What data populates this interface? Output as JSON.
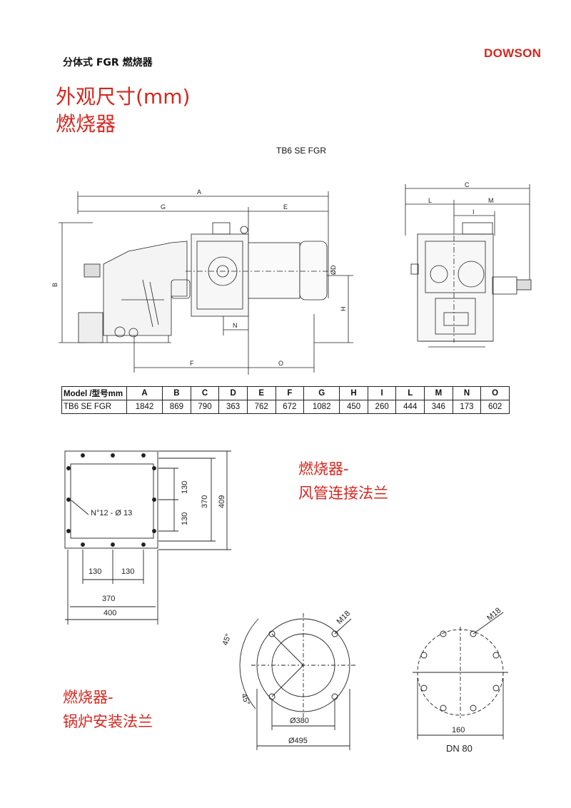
{
  "header": {
    "subtitle": "分体式 FGR 燃烧器",
    "brand": "DOWSON"
  },
  "title": {
    "line1": "外观尺寸(mm)",
    "line2": "燃烧器"
  },
  "model_caption": "TB6 SE FGR",
  "drawing_labels": {
    "A": "A",
    "B": "B",
    "C": "C",
    "D": "ØD",
    "E": "E",
    "F": "F",
    "G": "G",
    "H": "H",
    "I": "I",
    "L": "L",
    "M": "M",
    "N": "N",
    "O": "O"
  },
  "spec_table": {
    "header_model": "Model /型号mm",
    "columns": [
      "A",
      "B",
      "C",
      "D",
      "E",
      "F",
      "G",
      "H",
      "I",
      "L",
      "M",
      "N",
      "O"
    ],
    "rows": [
      {
        "model": "TB6 SE FGR",
        "values": [
          "1842",
          "869",
          "790",
          "363",
          "762",
          "672",
          "1082",
          "450",
          "260",
          "444",
          "346",
          "173",
          "602"
        ]
      }
    ]
  },
  "air_flange": {
    "title_line1": "燃烧器-",
    "title_line2": "风管连接法兰",
    "hole_note": "N°12 - Ø 13",
    "dim_130_a": "130",
    "dim_130_b": "130",
    "dim_370_h": "370",
    "dim_400": "400",
    "dim_130_v1": "130",
    "dim_130_v2": "130",
    "dim_370_v": "370",
    "dim_409": "409"
  },
  "boiler_flange": {
    "title_line1": "燃烧器-",
    "title_line2": "锅炉安装法兰",
    "angle_top": "45°",
    "angle_bottom": "45°",
    "thread_left": "M18",
    "thread_right": "M18",
    "dim_380": "Ø380",
    "dim_495": "Ø495",
    "dim_160": "160",
    "dn": "DN 80"
  }
}
